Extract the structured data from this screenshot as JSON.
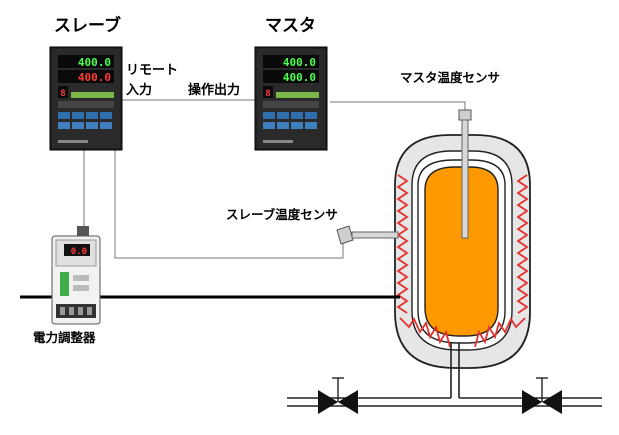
{
  "labels": {
    "slave_title": "スレーブ",
    "master_title": "マスタ",
    "remote_input_line1": "リモート",
    "remote_input_line2": "入力",
    "operation_output": "操作出力",
    "master_temp_sensor": "マスタ温度センサ",
    "slave_temp_sensor": "スレーブ温度センサ",
    "power_controller": "電力調整器"
  },
  "controller_display": {
    "pv": "400.0",
    "sv": "400.0",
    "ch": "8"
  },
  "power_controller_display": "0.0",
  "colors": {
    "tank_fill": "#ff9900",
    "heater_red": "#e53030",
    "tank_shell": "#e6e6e6",
    "pv_digits": "#ff3b3b",
    "green_digits": "#4dff4d"
  }
}
